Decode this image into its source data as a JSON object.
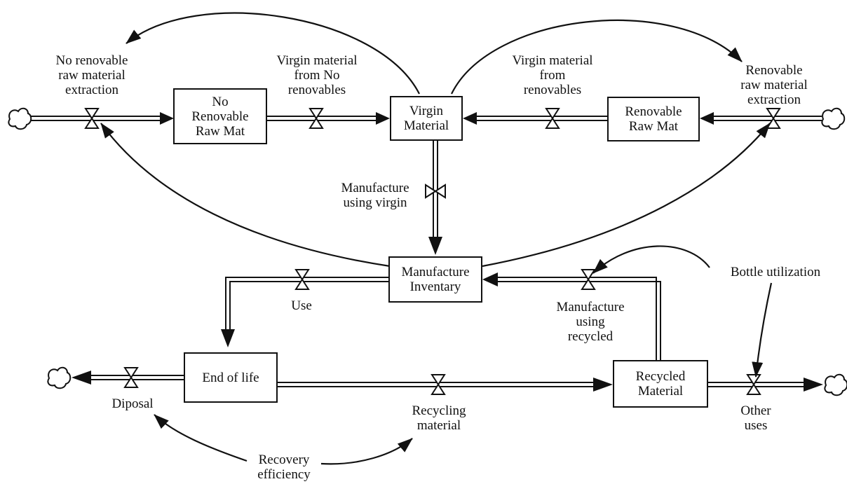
{
  "stocks": {
    "no_renovable_raw_mat": "No\nRenovable\nRaw Mat",
    "virgin_material": "Virgin\nMaterial",
    "renovable_raw_mat": "Renovable\nRaw Mat",
    "manufacture_inventary": "Manufacture\nInventary",
    "end_of_life": "End of life",
    "recycled_material": "Recycled\nMaterial"
  },
  "flows": {
    "no_renovable_extraction": "No renovable\nraw material\nextraction",
    "virgin_from_no_renovables": "Virgin material\nfrom No\nrenovables",
    "virgin_from_renovables": "Virgin material\nfrom\nrenovables",
    "renovable_extraction": "Renovable\nraw material\nextraction",
    "manufacture_using_virgin": "Manufacture\nusing virgin",
    "use": "Use",
    "manufacture_using_recycled": "Manufacture\nusing\nrecycled",
    "diposal": "Diposal",
    "recycling_material": "Recycling\nmaterial",
    "other_uses": "Other\nuses"
  },
  "auxiliaries": {
    "bottle_utilization": "Bottle utilization",
    "recovery_efficiency": "Recovery\nefficiency"
  },
  "colors": {
    "line": "#111111",
    "background": "#ffffff"
  }
}
